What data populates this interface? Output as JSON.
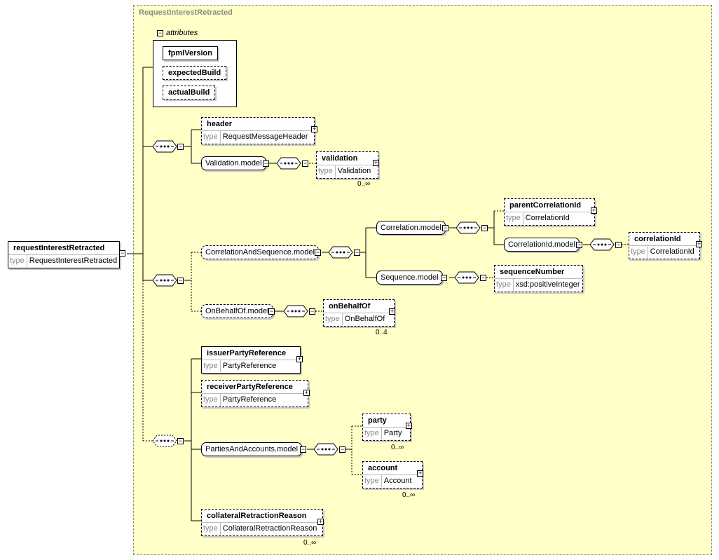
{
  "diagram": {
    "complex_type_title": "RequestInterestRetracted",
    "root": {
      "name": "requestInterestRetracted",
      "type_label": "type",
      "type_value": "RequestInterestRetracted"
    },
    "attributes": {
      "header": "attributes",
      "items": [
        "fpmlVersion",
        "expectedBuild",
        "actualBuild"
      ]
    },
    "elements": {
      "header": {
        "name": "header",
        "type_label": "type",
        "type_value": "RequestMessageHeader"
      },
      "validation": {
        "name": "validation",
        "type_label": "type",
        "type_value": "Validation",
        "occurs": "0..∞"
      },
      "parentCorrelationId": {
        "name": "parentCorrelationId",
        "type_label": "type",
        "type_value": "CorrelationId"
      },
      "correlationId": {
        "name": "correlationId",
        "type_label": "type",
        "type_value": "CorrelationId"
      },
      "sequenceNumber": {
        "name": "sequenceNumber",
        "type_label": "type",
        "type_value": "xsd:positiveInteger"
      },
      "onBehalfOf": {
        "name": "onBehalfOf",
        "type_label": "type",
        "type_value": "OnBehalfOf",
        "occurs": "0..4"
      },
      "issuerPartyReference": {
        "name": "issuerPartyReference",
        "type_label": "type",
        "type_value": "PartyReference"
      },
      "receiverPartyReference": {
        "name": "receiverPartyReference",
        "type_label": "type",
        "type_value": "PartyReference"
      },
      "party": {
        "name": "party",
        "type_label": "type",
        "type_value": "Party",
        "occurs": "0..∞"
      },
      "account": {
        "name": "account",
        "type_label": "type",
        "type_value": "Account",
        "occurs": "0..∞"
      },
      "collateralRetractionReason": {
        "name": "collateralRetractionReason",
        "type_label": "type",
        "type_value": "CollateralRetractionReason",
        "occurs": "0..∞"
      }
    },
    "groups": {
      "validation_model": "Validation.model",
      "correlation_and_sequence_model": "CorrelationAndSequence.model",
      "correlation_model": "Correlation.model",
      "correlation_id_model": "CorrelationId.model",
      "sequence_model": "Sequence.model",
      "on_behalf_of_model": "OnBehalfOf.model",
      "parties_and_accounts_model": "PartiesAndAccounts.model"
    },
    "toggle_symbols": {
      "expand": "+",
      "collapse": "−"
    }
  }
}
